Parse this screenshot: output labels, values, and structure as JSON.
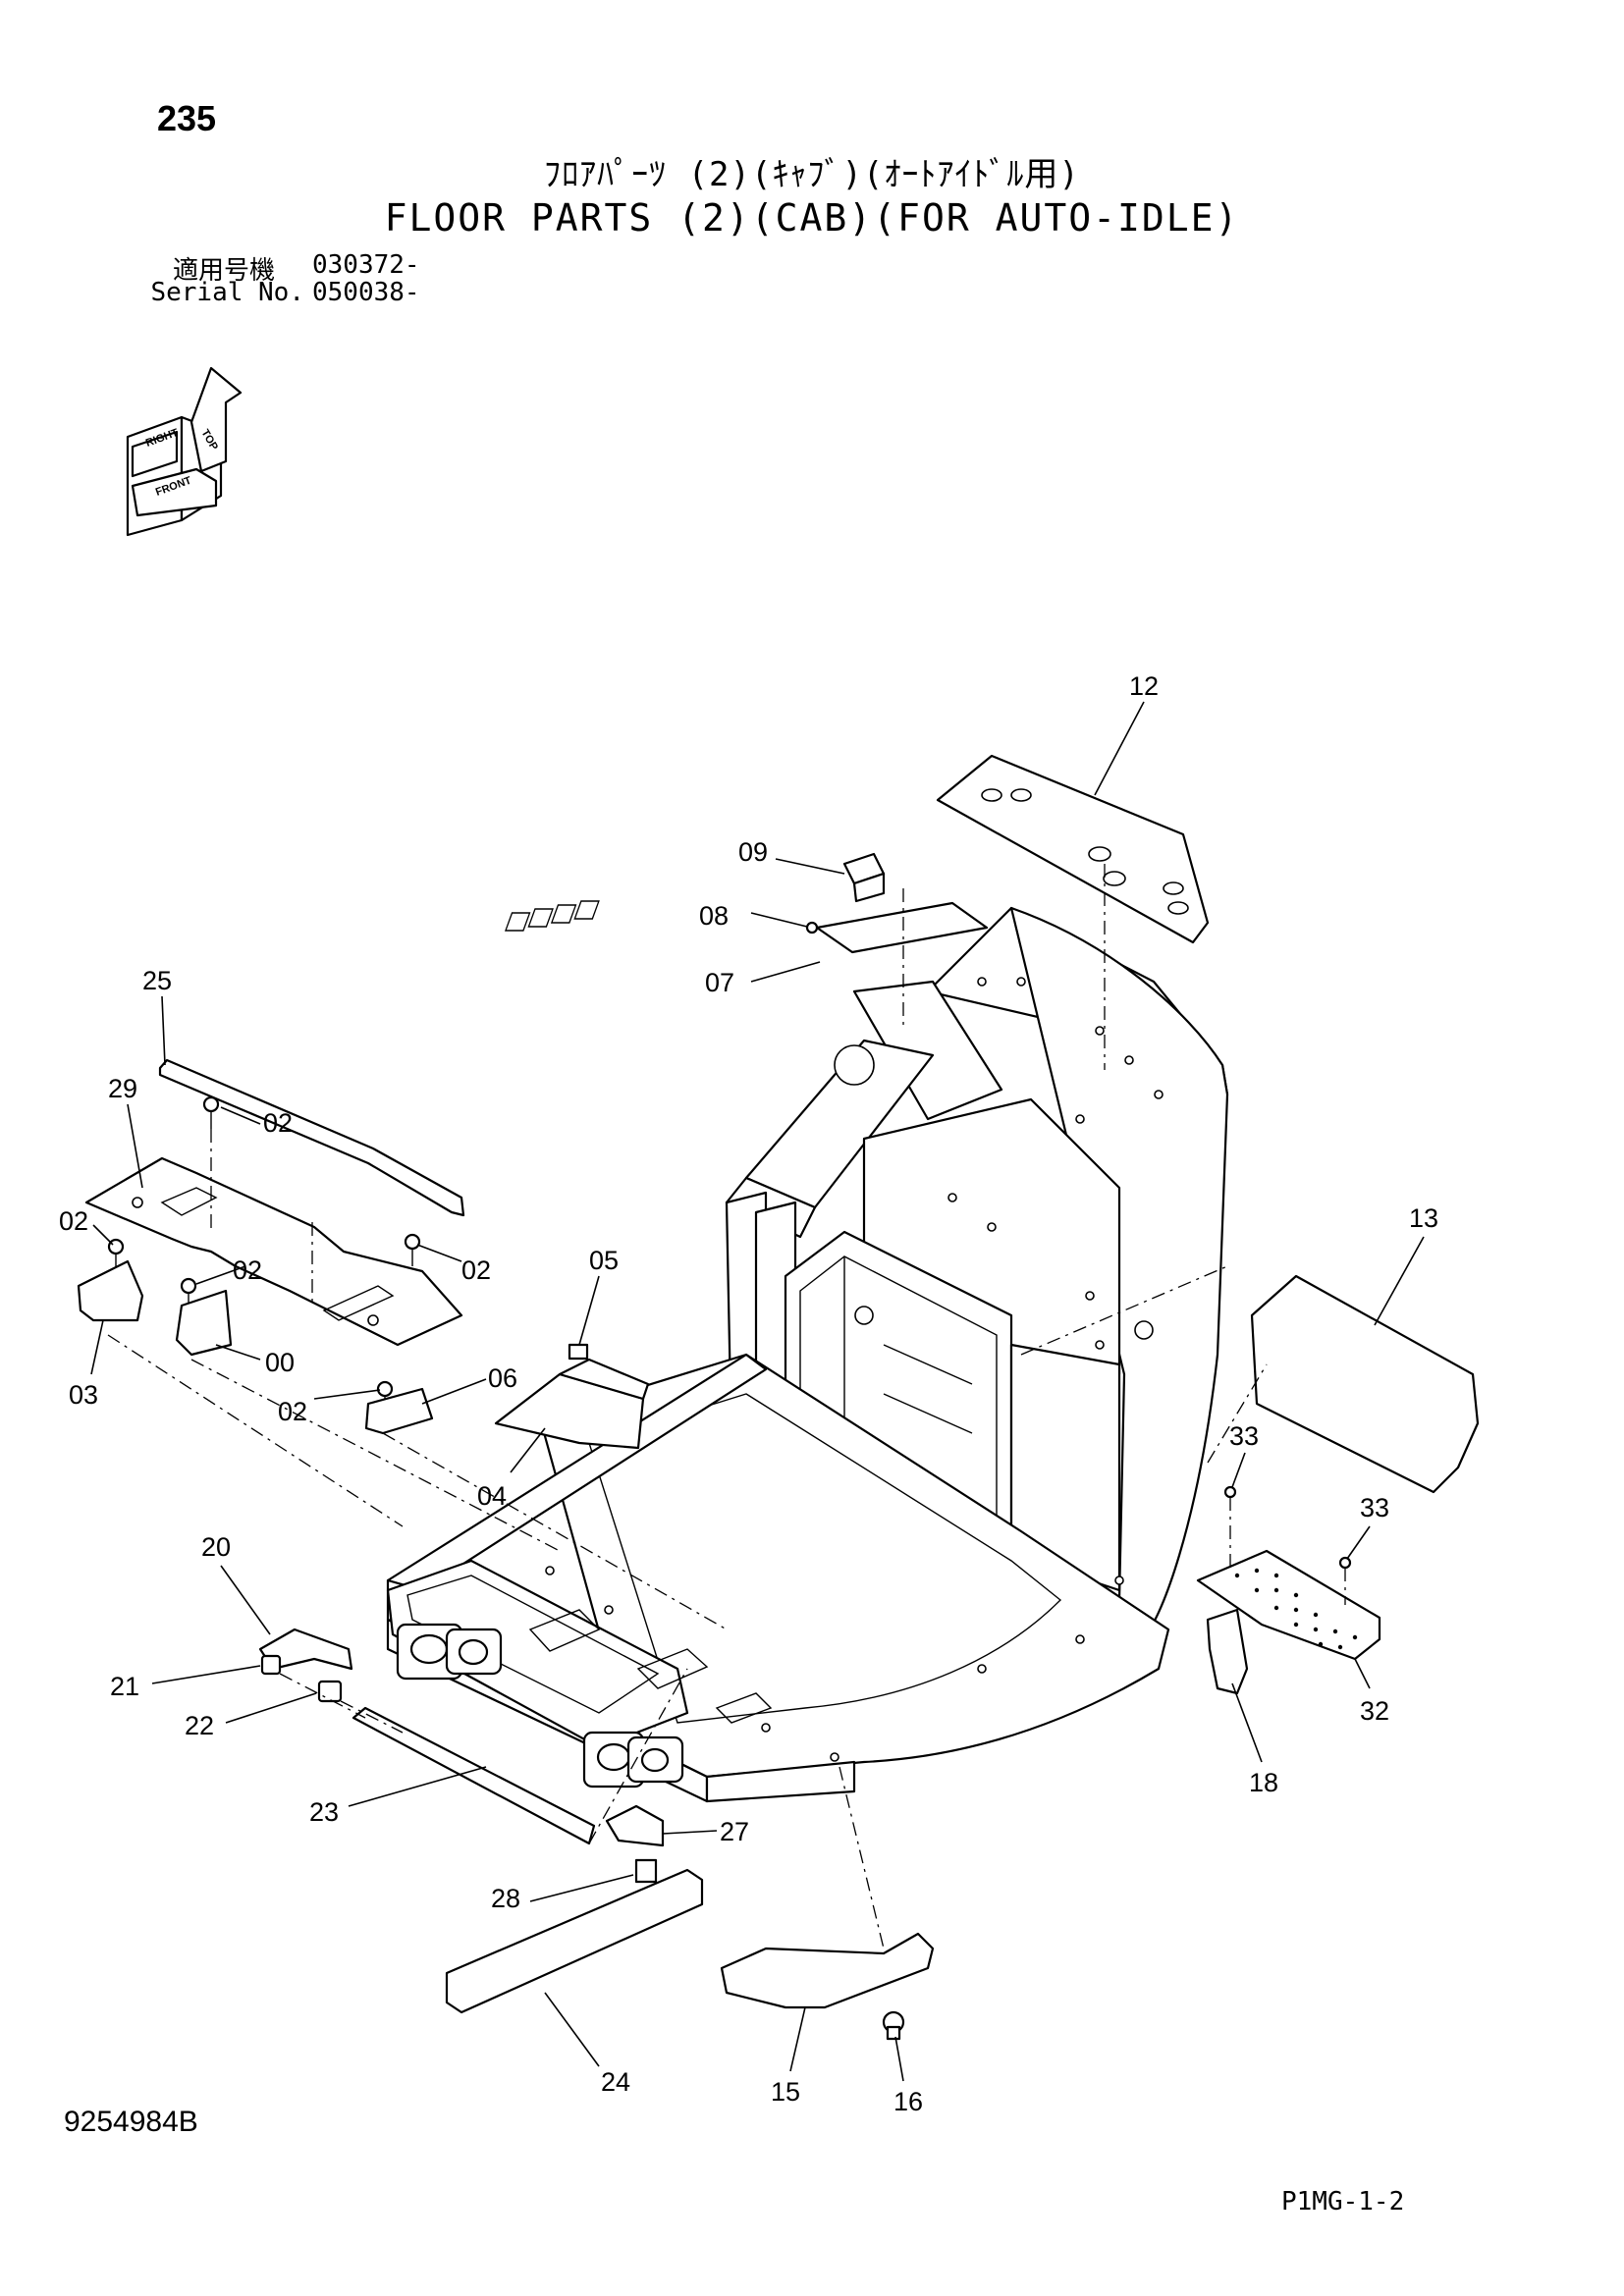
{
  "page": {
    "number": "235",
    "title_ja": "ﾌﾛｱﾊﾟｰﾂ (2)(ｷｬﾌﾞ)(ｵｰﾄｱｲﾄﾞﾙ用)",
    "title_en": "FLOOR PARTS (2)(CAB)(FOR AUTO-IDLE)",
    "doc_number": "9254984B",
    "ref_code": "P1MG-1-2"
  },
  "serial": {
    "ja_label": "適用号機",
    "ja_value": "030372-",
    "en_label": "Serial No.",
    "en_value": "050038-"
  },
  "orientation": {
    "top": "TOP",
    "right": "RIGHT",
    "front": "FRONT"
  },
  "callouts": {
    "c00": "00",
    "c02a": "02",
    "c02b": "02",
    "c02c": "02",
    "c02d": "02",
    "c02e": "02",
    "c03": "03",
    "c04": "04",
    "c05": "05",
    "c06": "06",
    "c07": "07",
    "c08": "08",
    "c09": "09",
    "c12": "12",
    "c13": "13",
    "c15": "15",
    "c16": "16",
    "c18": "18",
    "c20": "20",
    "c21": "21",
    "c22": "22",
    "c23": "23",
    "c24": "24",
    "c25": "25",
    "c27": "27",
    "c28": "28",
    "c29": "29",
    "c32": "32",
    "c33a": "33",
    "c33b": "33"
  }
}
